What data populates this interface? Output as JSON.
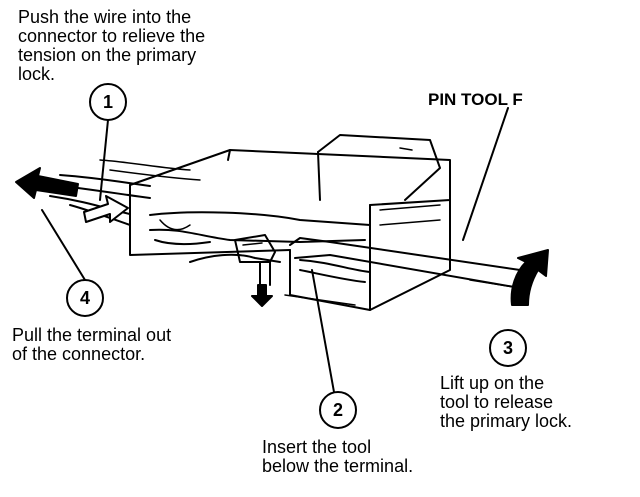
{
  "callouts": [
    {
      "number": "1",
      "text": "Push the wire into the\nconnector to relieve the\ntension on the primary\nlock."
    },
    {
      "number": "2",
      "text": "Insert the tool\nbelow the terminal."
    },
    {
      "number": "3",
      "text": "Lift up on the\ntool to release\nthe primary lock."
    },
    {
      "number": "4",
      "text": "Pull the terminal out\nof the connector."
    }
  ],
  "tool_label": "PIN TOOL F"
}
